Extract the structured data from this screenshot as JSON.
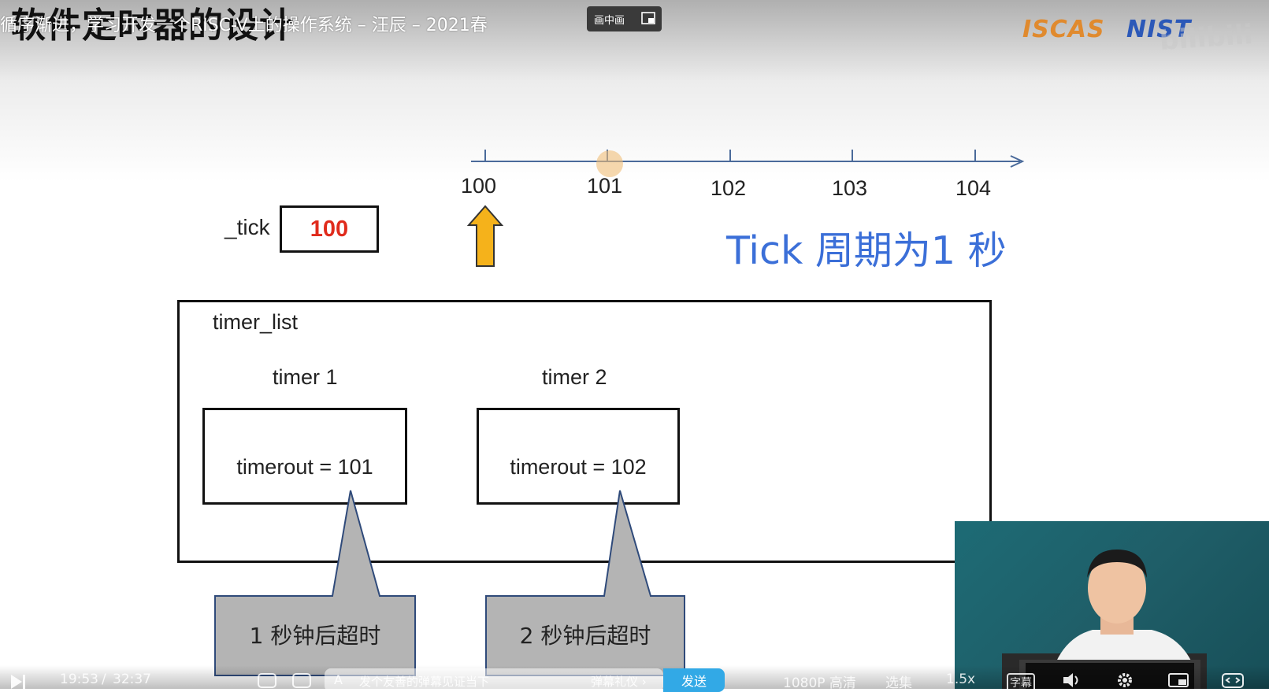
{
  "video": {
    "slide_title": "软件定时器的设计",
    "title": "循序渐进，学习开发一个RISC-V上的操作系统 – 汪辰 – 2021春",
    "pip_label": "画中画",
    "logos": {
      "iscas": "ISCAS",
      "nist": "NIST",
      "bilibili": "bilibili"
    }
  },
  "slide": {
    "timeline": {
      "ticks": [
        "100",
        "101",
        "102",
        "103",
        "104"
      ]
    },
    "tick_label": "_tick",
    "tick_value": "100",
    "period_label": "Tick 周期为1 秒",
    "timer_list_label": "timer_list",
    "timers": [
      {
        "name": "timer 1",
        "value": "timerout  =  101",
        "note": "1 秒钟后超时"
      },
      {
        "name": "timer 2",
        "value": "timerout  =  102",
        "note": "2 秒钟后超时"
      }
    ]
  },
  "player": {
    "current_time": "19:53",
    "separator": "/",
    "total_time": "32:37",
    "danmaku_placeholder": "发个友善的弹幕见证当下",
    "danmaku_etiquette": "弹幕礼仪 ›",
    "send_label": "发送",
    "quality": "1080P 高清",
    "episodes": "选集",
    "speed": "1.5x",
    "subtitle_label": "字幕"
  },
  "colors": {
    "tick_value": "#e02b1c",
    "period_label": "#3b6fd8",
    "axis": "#4a6a9a",
    "arrow": "#f5b21b",
    "callout": "#b4b4b4",
    "send_button": "#32a9e6"
  }
}
